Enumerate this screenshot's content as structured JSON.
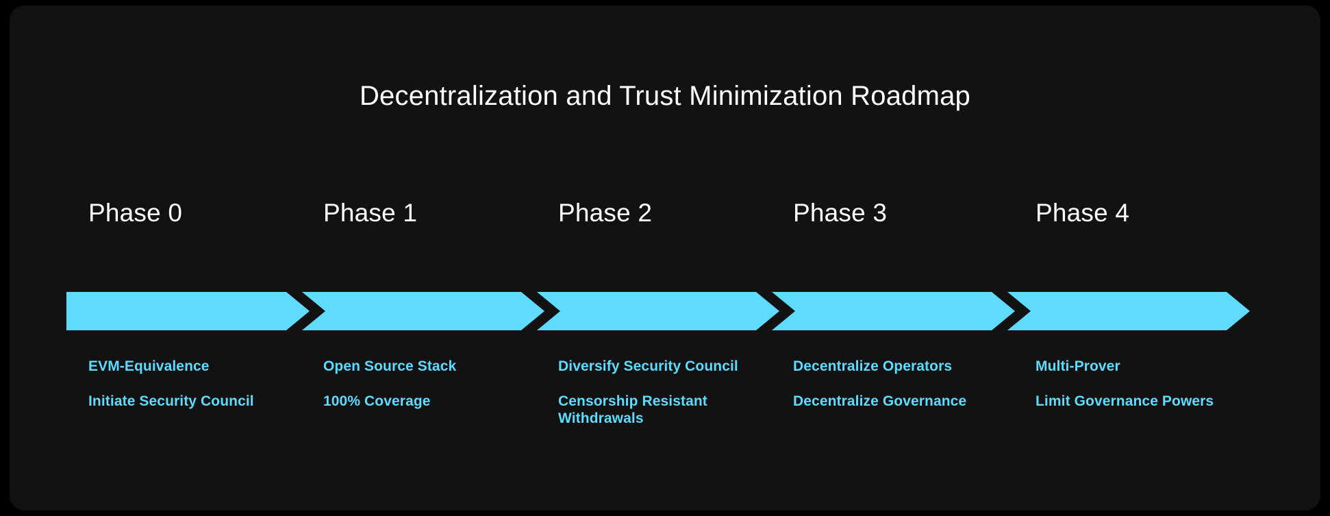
{
  "theme": {
    "background": "#000000",
    "card_background": "#121212",
    "accent": "#5FDBFF",
    "title_color": "#ffffff"
  },
  "header": {
    "title": "Decentralization and Trust Minimization Roadmap"
  },
  "chart_data": {
    "type": "diagram",
    "subtype": "chevron-roadmap",
    "title": "Decentralization and Trust Minimization Roadmap",
    "orientation": "horizontal",
    "phase_count": 5,
    "categories": [
      "Phase 0",
      "Phase 1",
      "Phase 2",
      "Phase 3",
      "Phase 4"
    ],
    "phases": [
      {
        "label": "Phase 0",
        "items": [
          "EVM-Equivalence",
          "Initiate Security Council"
        ]
      },
      {
        "label": "Phase 1",
        "items": [
          "Open Source Stack",
          "100% Coverage"
        ]
      },
      {
        "label": "Phase 2",
        "items": [
          "Diversify Security Council",
          "Censorship Resistant Withdrawals"
        ]
      },
      {
        "label": "Phase 3",
        "items": [
          "Decentralize Operators",
          "Decentralize Governance"
        ]
      },
      {
        "label": "Phase 4",
        "items": [
          "Multi-Prover",
          "Limit Governance Powers"
        ]
      }
    ]
  },
  "phases": {
    "p0": {
      "label": "Phase 0",
      "item0": "EVM-Equivalence",
      "item1": "Initiate Security Council"
    },
    "p1": {
      "label": "Phase 1",
      "item0": "Open Source Stack",
      "item1": "100% Coverage"
    },
    "p2": {
      "label": "Phase 2",
      "item0": "Diversify Security Council",
      "item1": "Censorship Resistant Withdrawals"
    },
    "p3": {
      "label": "Phase 3",
      "item0": "Decentralize Operators",
      "item1": "Decentralize Governance"
    },
    "p4": {
      "label": "Phase 4",
      "item0": "Multi-Prover",
      "item1": "Limit Governance Powers"
    }
  }
}
